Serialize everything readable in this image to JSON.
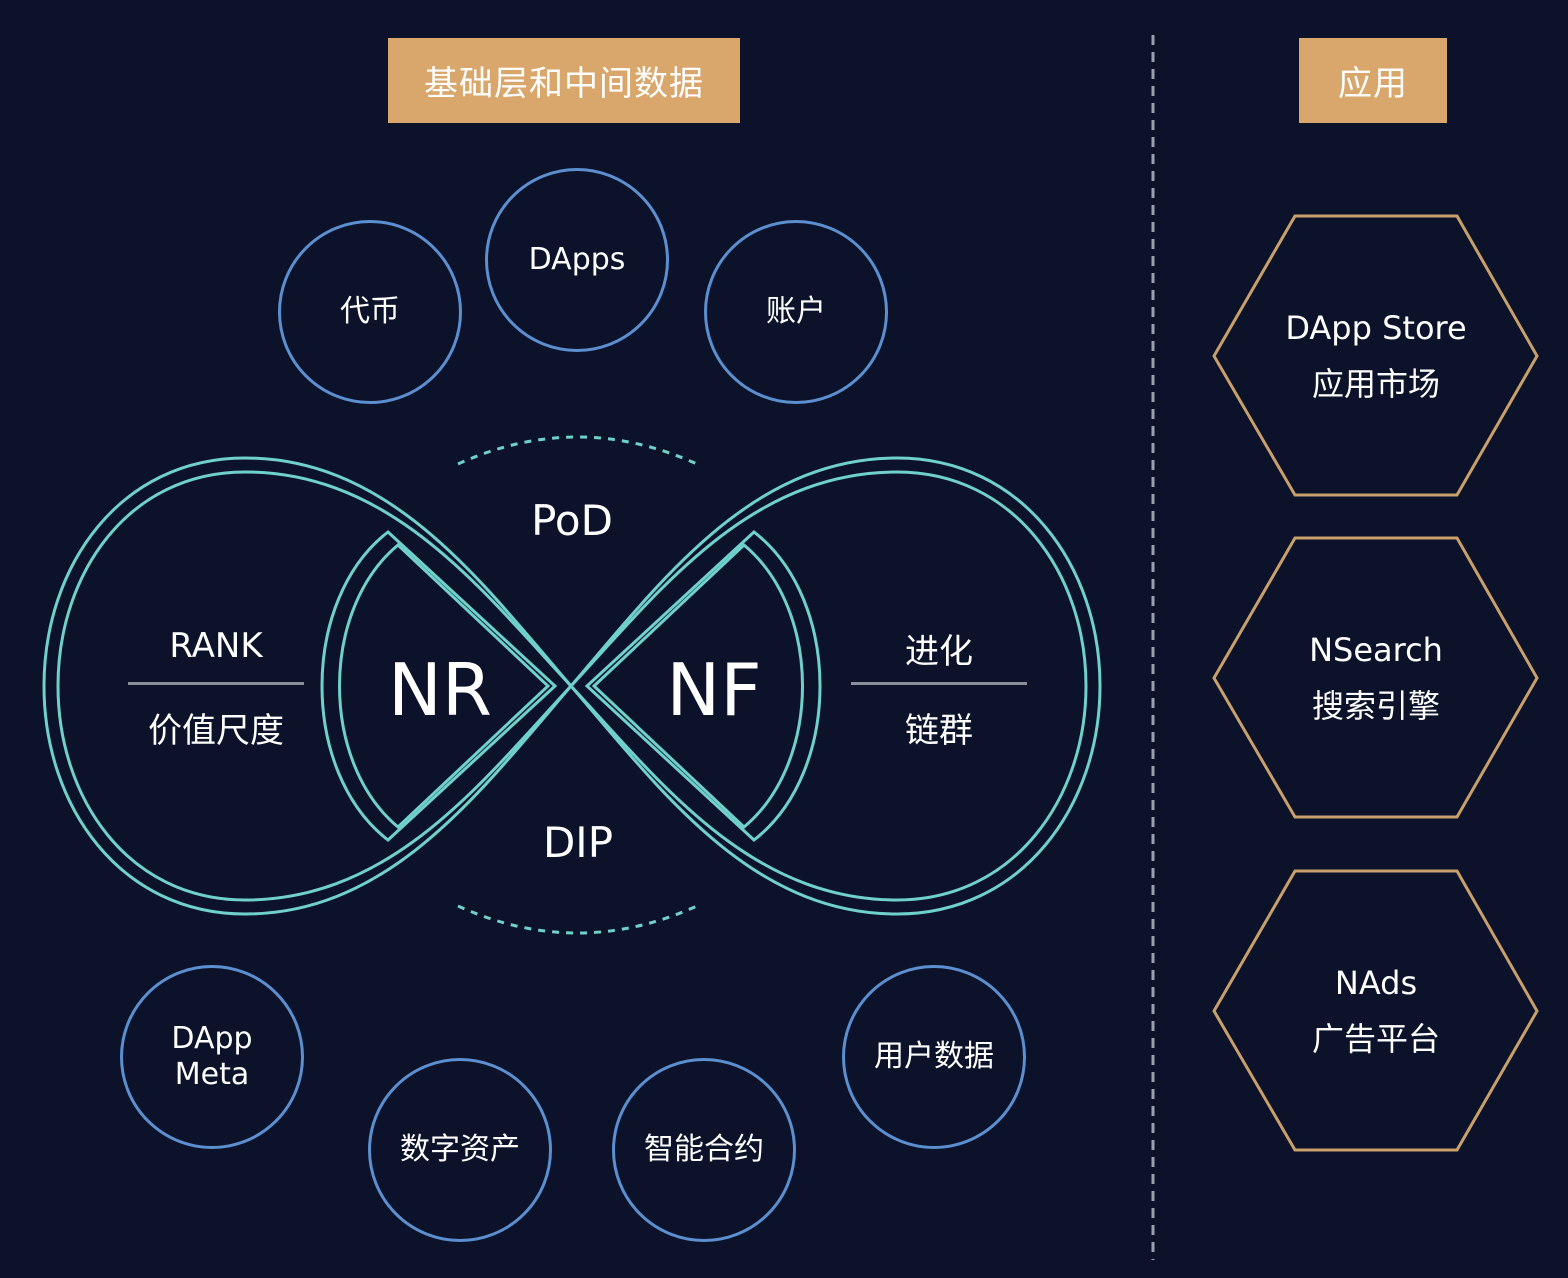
{
  "headers": {
    "left": "基础层和中间数据",
    "right": "应用"
  },
  "top_nodes": {
    "tokens": "代币",
    "dapps": "DApps",
    "accounts": "账户"
  },
  "infinity": {
    "pod": "PoD",
    "dip": "DIP",
    "nr": "NR",
    "nf": "NF",
    "left_label_top": "RANK",
    "left_label_bottom": "价值尺度",
    "right_label_top": "进化",
    "right_label_bottom": "链群"
  },
  "bottom_nodes": {
    "dapp_meta_line1": "DApp",
    "dapp_meta_line2": "Meta",
    "digital_assets": "数字资产",
    "smart_contracts": "智能合约",
    "user_data": "用户数据"
  },
  "applications": [
    {
      "line1": "DApp Store",
      "line2": "应用市场"
    },
    {
      "line1": "NSearch",
      "line2": "搜索引擎"
    },
    {
      "line1": "NAds",
      "line2": "广告平台"
    }
  ],
  "colors": {
    "background": "#0b1229",
    "header_fill": "#d9a66b",
    "node_stroke": "#5b8fd0",
    "infinity_stroke": "#6fd0cc",
    "hexagon_stroke": "#c9a06a",
    "divider": "#9aa0aa"
  }
}
